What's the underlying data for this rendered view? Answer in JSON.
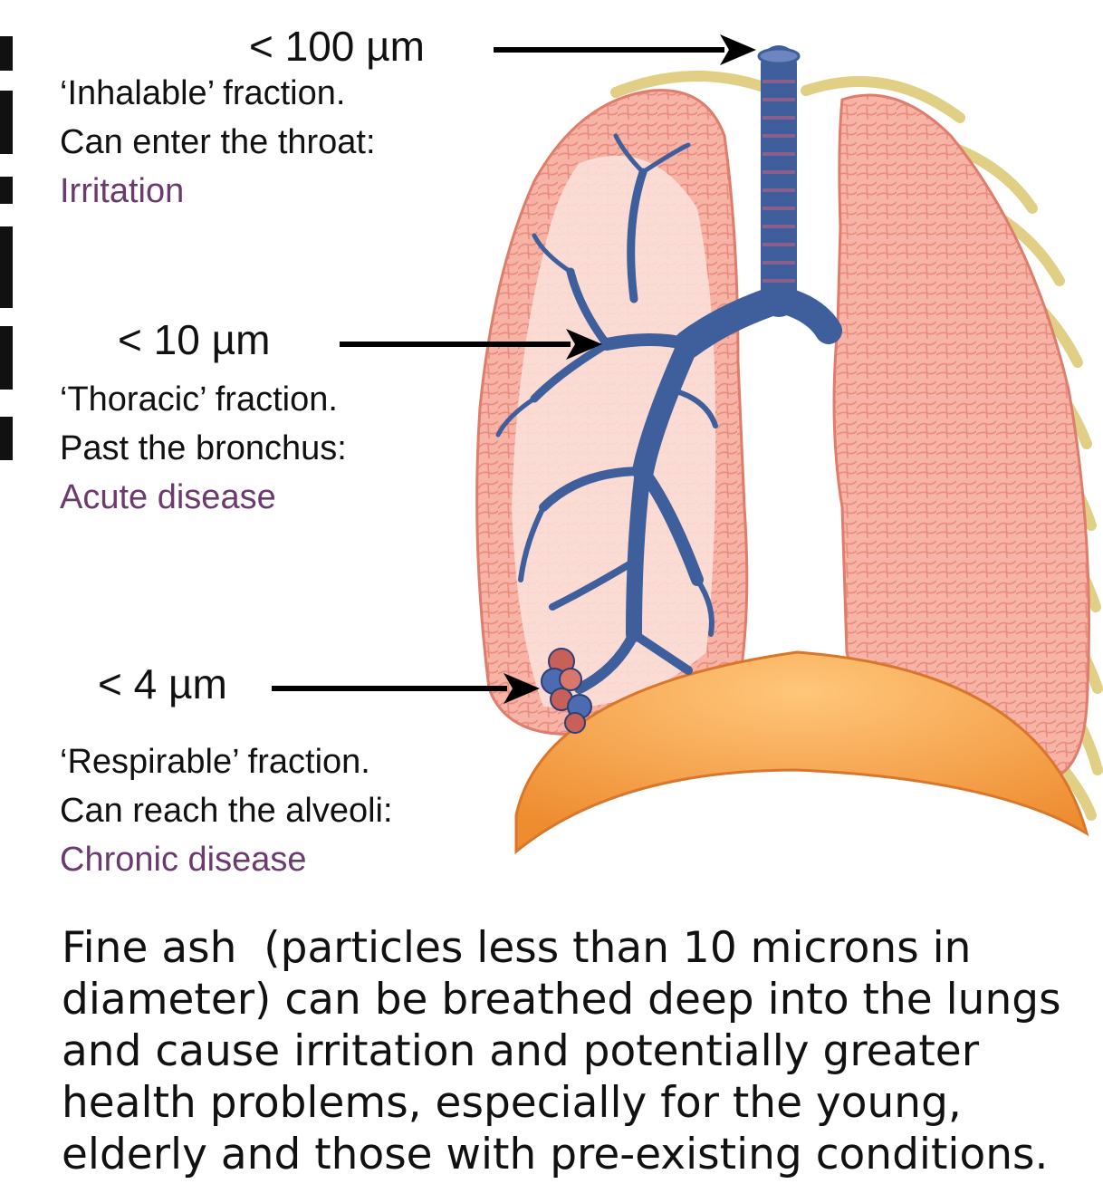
{
  "fractions": [
    {
      "size": "< 100 µm",
      "line1": "‘Inhalable’ fraction.",
      "line2": "Can enter the throat:",
      "effect": "Irritation"
    },
    {
      "size": "< 10 µm",
      "line1": "‘Thoracic’ fraction.",
      "line2": "Past the bronchus:",
      "effect": "Acute disease"
    },
    {
      "size": "< 4 µm",
      "line1": "‘Respirable’ fraction.",
      "line2": "Can reach the alveoli:",
      "effect": "Chronic disease"
    }
  ],
  "caption": "Fine ash  (particles less than 10 microns in diameter) can be breathed deep into the lungs and cause irritation and potentially greater health problems, especially for the young, elderly and those with pre-existing conditions.",
  "colors": {
    "effect_text": "#6b3a6e",
    "lung": "#f4a79a",
    "bronchi": "#3f5f9c",
    "diaphragm": "#f5a24a",
    "ribs": "#e2d08a"
  }
}
